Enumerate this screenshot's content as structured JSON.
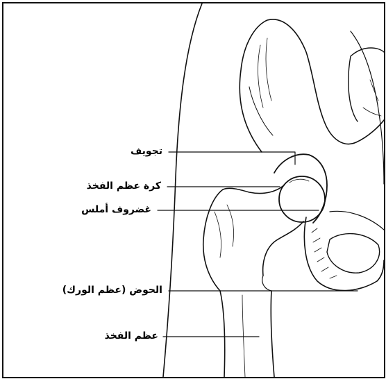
{
  "labels": {
    "cavity": "تجويف",
    "femoral_head": "كرة عظم الفخذ",
    "cartilage": "غضروف أملس",
    "pelvis": "الحوض (عظم الورك)",
    "femur": "عظم الفخذ"
  },
  "colors": {
    "ink": "#111111",
    "background": "#ffffff"
  }
}
